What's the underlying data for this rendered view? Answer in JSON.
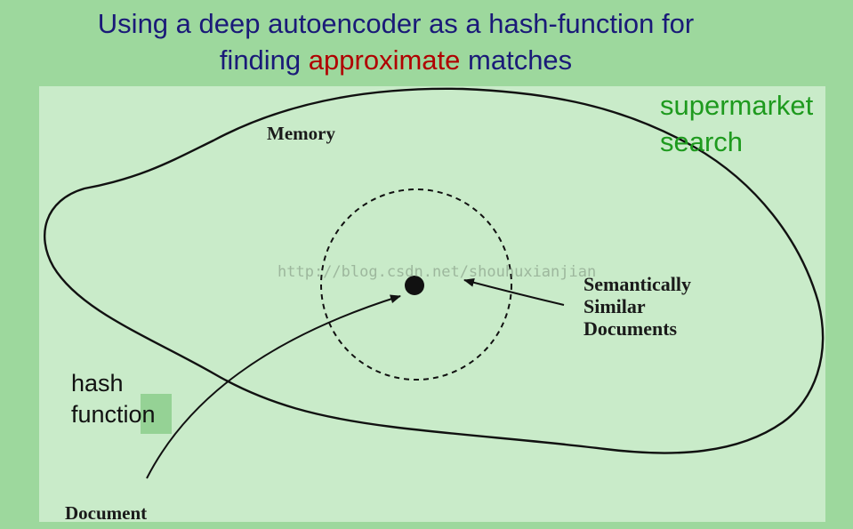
{
  "title": {
    "line1": "Using a deep autoencoder as a hash-function for",
    "line2_before": "finding",
    "line2_accent": "approximate",
    "line2_after": "matches",
    "accent_color": "#b00000"
  },
  "side_note": {
    "line1": "supermarket",
    "line2": "search"
  },
  "diagram": {
    "memory_label": "Memory",
    "similar_line1": "Semantically",
    "similar_line2": "Similar",
    "similar_line3": "Documents",
    "document_label": "Document",
    "hash_line1": "hash",
    "hash_line2": "function"
  },
  "watermark": "http://blog.csdn.net/shouhuxianjian",
  "colors": {
    "background": "#9dd89d",
    "panel": "#c9ebc9",
    "title": "#1a1a78",
    "note": "#1e9a1e"
  }
}
